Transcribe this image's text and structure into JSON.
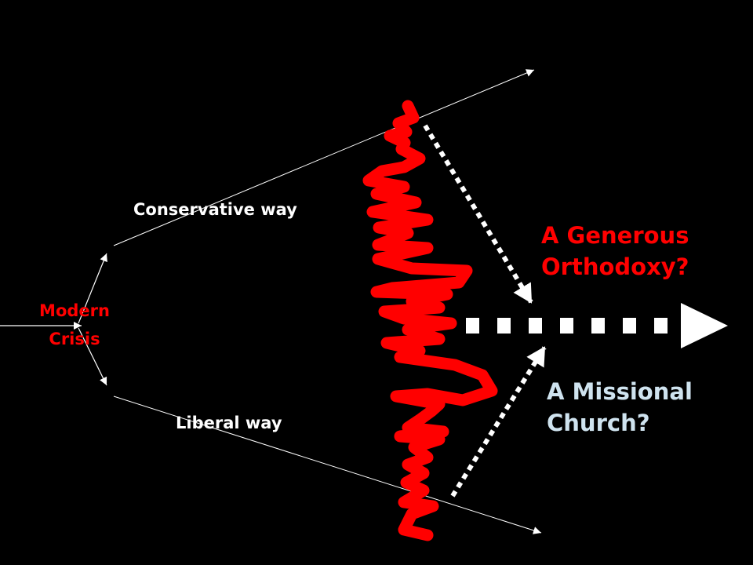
{
  "labels": {
    "modern": [
      "Modern",
      "Crisis"
    ],
    "conservative": "Conservative way",
    "liberal": "Liberal way",
    "generous": [
      "A Generous",
      "Orthodoxy?"
    ],
    "missional": [
      "A Missional",
      "Church?"
    ]
  },
  "colors": {
    "background": "#000000",
    "accent": "#ff0000",
    "light_blue": "#cfe3ef",
    "line": "#ffffff"
  }
}
